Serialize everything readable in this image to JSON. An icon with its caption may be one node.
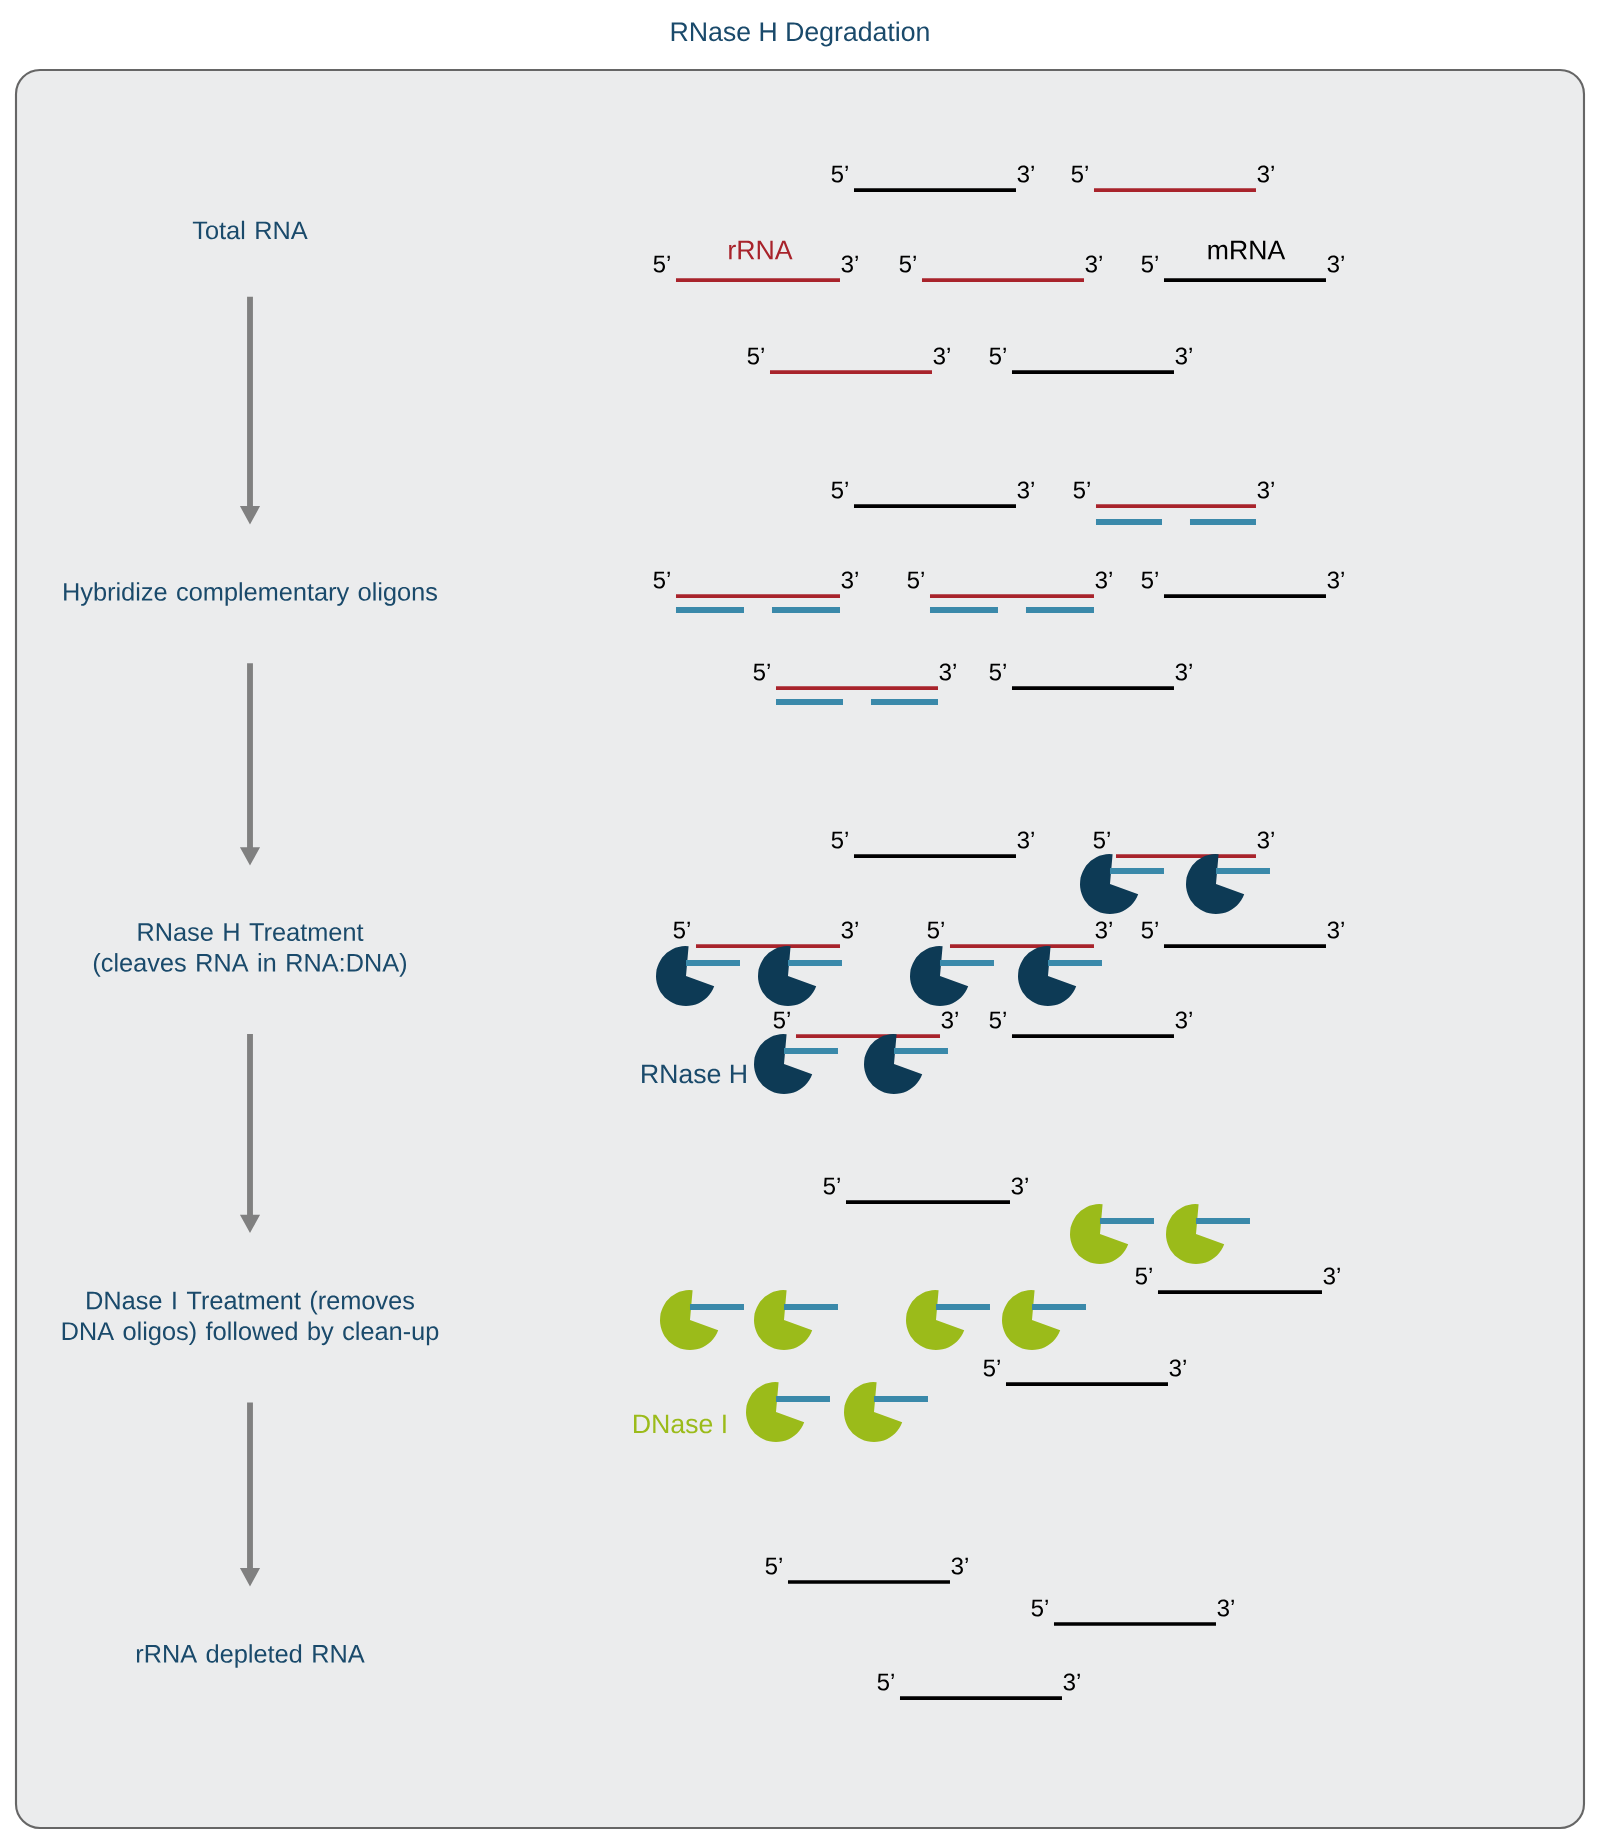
{
  "diagram": {
    "title": "RNase H Degradation",
    "nodes": [
      {
        "text": [
          "Total RNA"
        ]
      },
      {
        "text": [
          "Hybridize complementary oligons"
        ]
      },
      {
        "text": [
          "RNase H Treatment (cleaves RNA in RNA:DNA)"
        ]
      },
      {
        "text": [
          "DNase I Treatment (removes DNA oligos) followed by clean-up"
        ]
      },
      {
        "text": [
          "rRNA depleted RNA"
        ]
      }
    ],
    "edges": [
      {
        "from": 0,
        "to": 1,
        "arrow": "to"
      },
      {
        "from": 1,
        "to": 2,
        "arrow": "to"
      },
      {
        "from": 2,
        "to": 3,
        "arrow": "to"
      },
      {
        "from": 3,
        "to": 4,
        "arrow": "to"
      }
    ],
    "labels": [
      "5’",
      "3’",
      "5’",
      "3’",
      "rRNA",
      "mRNA",
      "5’",
      "3’",
      "5’",
      "3’",
      "5’",
      "3’",
      "5’",
      "3’",
      "5’",
      "3’",
      "5’",
      "3’",
      "5’",
      "3’",
      "5’",
      "3’",
      "5’",
      "3’",
      "5’",
      "3’",
      "5’",
      "3’",
      "5’",
      "3’",
      "5’",
      "3’",
      "5’",
      "3’",
      "5’",
      "3’",
      "5’",
      "3’",
      "5’",
      "3’",
      "5’",
      "3’",
      "5’",
      "3’",
      "RNase H",
      "5’",
      "3’",
      "5’",
      "3’",
      "5’",
      "3’",
      "DNase I",
      "5’",
      "3’",
      "5’",
      "3’",
      "5’",
      "3’"
    ]
  }
}
